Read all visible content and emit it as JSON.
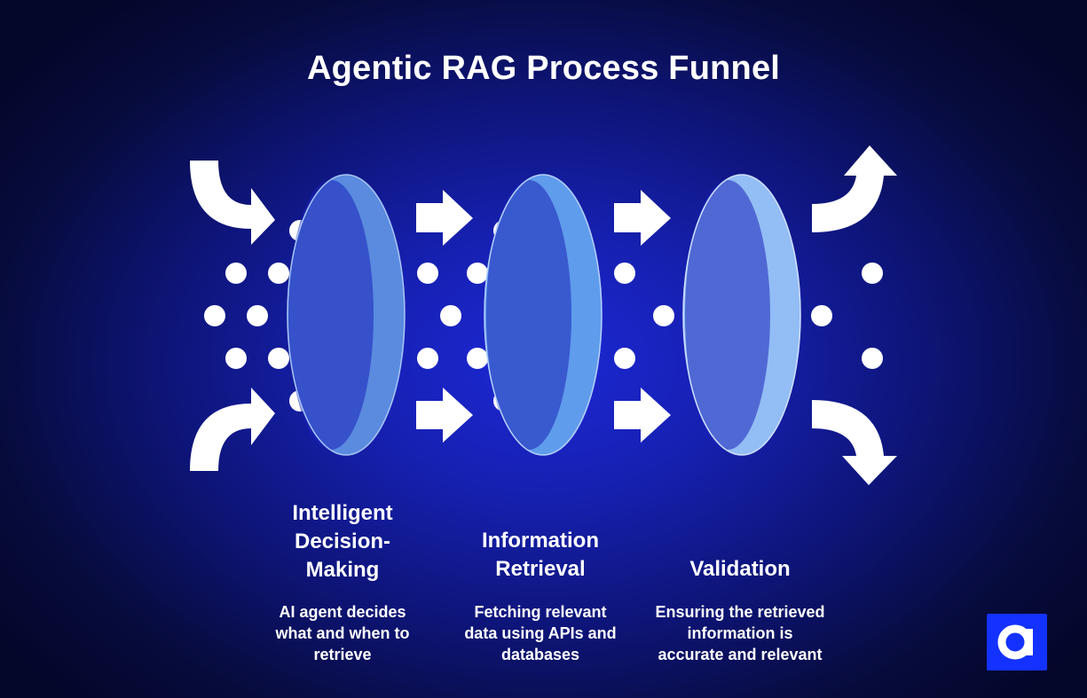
{
  "title": "Agentic RAG Process Funnel",
  "colors": {
    "background": "#1620b0",
    "ring_1": "#4f80dc",
    "ring_2": "#5a96ea",
    "ring_3": "#8cb8f5",
    "logo_bg": "#1432ff"
  },
  "stages": [
    {
      "title": "Intelligent Decision-Making",
      "title_lines": [
        "Intelligent",
        "Decision-",
        "Making"
      ],
      "description": "AI agent decides what and when to retrieve",
      "description_lines": [
        "AI agent decides",
        "what and when to",
        "retrieve"
      ]
    },
    {
      "title": "Information Retrieval",
      "title_lines": [
        "Information",
        "Retrieval"
      ],
      "description": "Fetching relevant data using APIs and databases",
      "description_lines": [
        "Fetching relevant",
        "data using APIs and",
        "databases"
      ]
    },
    {
      "title": "Validation",
      "title_lines": [
        "Validation"
      ],
      "description": "Ensuring the retrieved information is accurate and relevant",
      "description_lines": [
        "Ensuring the retrieved",
        "information is",
        "accurate and relevant"
      ]
    }
  ],
  "icons": {
    "input_arrows": "curved-arrow-icon",
    "flow_arrows": "right-arrow-icon",
    "output_arrows": "curved-arrow-icon",
    "logo": "logo-icon"
  }
}
